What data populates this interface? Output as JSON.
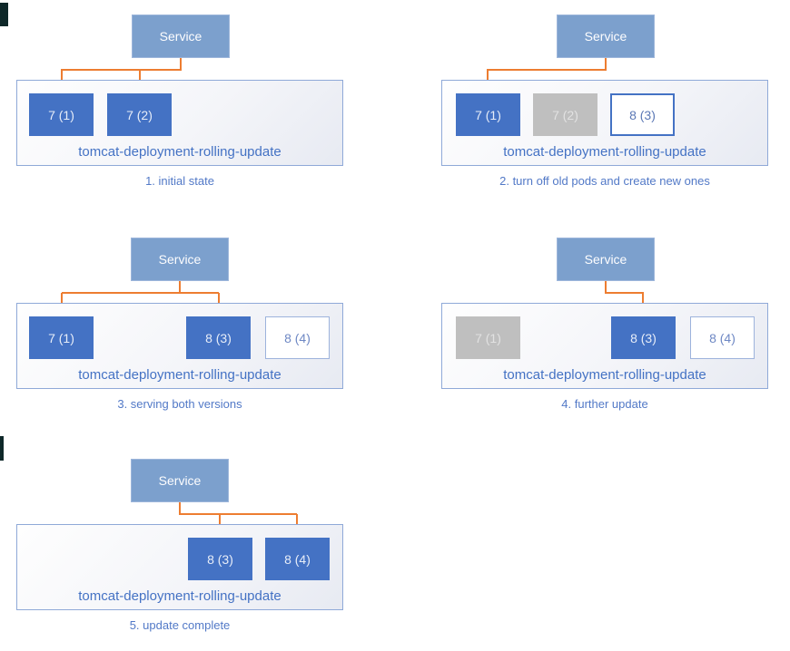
{
  "colors": {
    "service_fill": "#7CA0CD",
    "pod_active_fill": "#4472C4",
    "pod_stopped_fill": "#BFBFBF",
    "pod_new_border": "#4472C4",
    "connector": "#ED7D31",
    "container_border": "#8FA9D8",
    "label_text": "#4472C4",
    "caption_text": "#5279C7"
  },
  "diagrams": [
    {
      "caption": "1. initial state",
      "service": "Service",
      "deployment": "tomcat-deployment-rolling-update",
      "pods": [
        {
          "label": "7 (1)",
          "state": "active"
        },
        {
          "label": "7 (2)",
          "state": "active"
        }
      ]
    },
    {
      "caption": "2. turn off old pods and create new ones",
      "service": "Service",
      "deployment": "tomcat-deployment-rolling-update",
      "pods": [
        {
          "label": "7 (1)",
          "state": "active"
        },
        {
          "label": "7 (2)",
          "state": "stopped"
        },
        {
          "label": "8 (3)",
          "state": "new"
        }
      ]
    },
    {
      "caption": "3. serving both versions",
      "service": "Service",
      "deployment": "tomcat-deployment-rolling-update",
      "pods": [
        {
          "label": "7 (1)",
          "state": "active"
        },
        {
          "label": "8 (3)",
          "state": "active"
        },
        {
          "label": "8 (4)",
          "state": "pending"
        }
      ]
    },
    {
      "caption": "4. further update",
      "service": "Service",
      "deployment": "tomcat-deployment-rolling-update",
      "pods": [
        {
          "label": "7 (1)",
          "state": "stopped"
        },
        {
          "label": "8 (3)",
          "state": "active"
        },
        {
          "label": "8 (4)",
          "state": "pending"
        }
      ]
    },
    {
      "caption": "5. update complete",
      "service": "Service",
      "deployment": "tomcat-deployment-rolling-update",
      "pods": [
        {
          "label": "8 (3)",
          "state": "active"
        },
        {
          "label": "8 (4)",
          "state": "active"
        }
      ]
    }
  ]
}
